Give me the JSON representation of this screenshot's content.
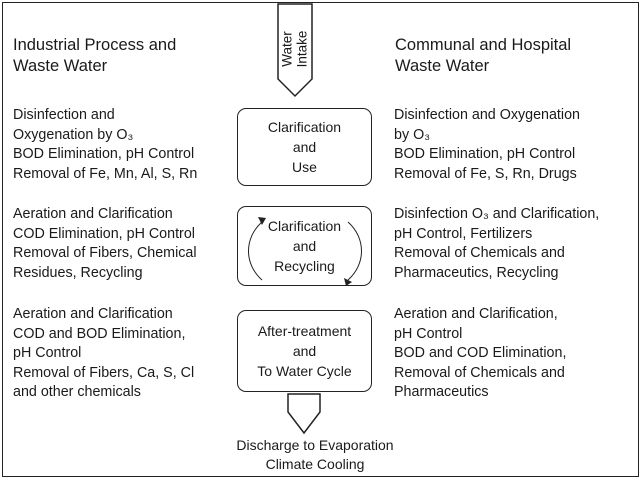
{
  "left_heading": [
    "Industrial Process and",
    "Waste Water"
  ],
  "right_heading": [
    "Communal and Hospital",
    "Waste Water"
  ],
  "intake": [
    "Water",
    "Intake"
  ],
  "boxes": [
    [
      "Clarification",
      "and",
      "Use"
    ],
    [
      "Clarification",
      "and",
      "Recycling"
    ],
    [
      "After-treatment",
      "and",
      "To Water Cycle"
    ]
  ],
  "left_blocks": [
    [
      "Disinfection and",
      "Oxygenation by O₃",
      "BOD Elimination, pH Control",
      "Removal of Fe, Mn, Al, S, Rn"
    ],
    [
      "Aeration and Clarification",
      "COD Elimination, pH Control",
      "Removal of Fibers, Chemical",
      "Residues, Recycling"
    ],
    [
      "Aeration and Clarification",
      "COD and BOD Elimination,",
      "pH Control",
      "Removal of Fibers, Ca, S, Cl",
      "and other chemicals"
    ]
  ],
  "right_blocks": [
    [
      "Disinfection and Oxygenation",
      "by O₃",
      "BOD Elimination, pH Control",
      "Removal of Fe, S, Rn, Drugs"
    ],
    [
      "Disinfection O₃ and Clarification,",
      "pH Control, Fertilizers",
      "Removal of Chemicals and",
      "Pharmaceutics, Recycling"
    ],
    [
      "Aeration and Clarification,",
      "pH Control",
      "BOD and COD Elimination,",
      "Removal of Chemicals and",
      "Pharmaceutics"
    ]
  ],
  "discharge": [
    "Discharge to Evaporation",
    "Climate Cooling"
  ]
}
